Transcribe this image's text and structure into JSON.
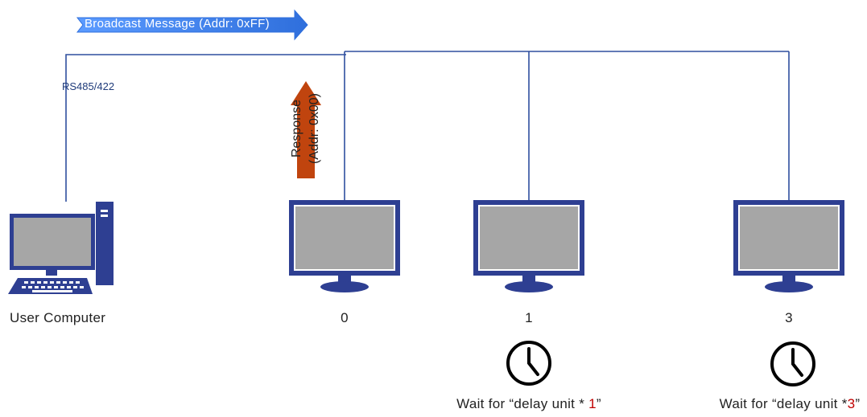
{
  "broadcast": {
    "label": "Broadcast Message (Addr: 0xFF)"
  },
  "bus": {
    "label": "RS485/422"
  },
  "response": {
    "line1": "Response",
    "line2": "(Addr: 0x00)"
  },
  "computer": {
    "label": "User Computer"
  },
  "devices": [
    {
      "label": "0"
    },
    {
      "label": "1",
      "wait_prefix": "Wait for “delay unit * ",
      "wait_value": "1",
      "wait_suffix": "”"
    },
    {
      "label": "3",
      "wait_prefix": "Wait for “delay unit *",
      "wait_value": "3",
      "wait_suffix": "”"
    }
  ],
  "colors": {
    "line": "#2f4f9e",
    "monitor_frame": "#2e3f92",
    "screen": "#a6a6a6",
    "arrow_fill": "#3b7dd8",
    "response_arrow": "#c0440e",
    "highlight": "#c00000"
  },
  "icons": [
    "desktop-computer-icon",
    "monitor-icon",
    "clock-icon"
  ]
}
